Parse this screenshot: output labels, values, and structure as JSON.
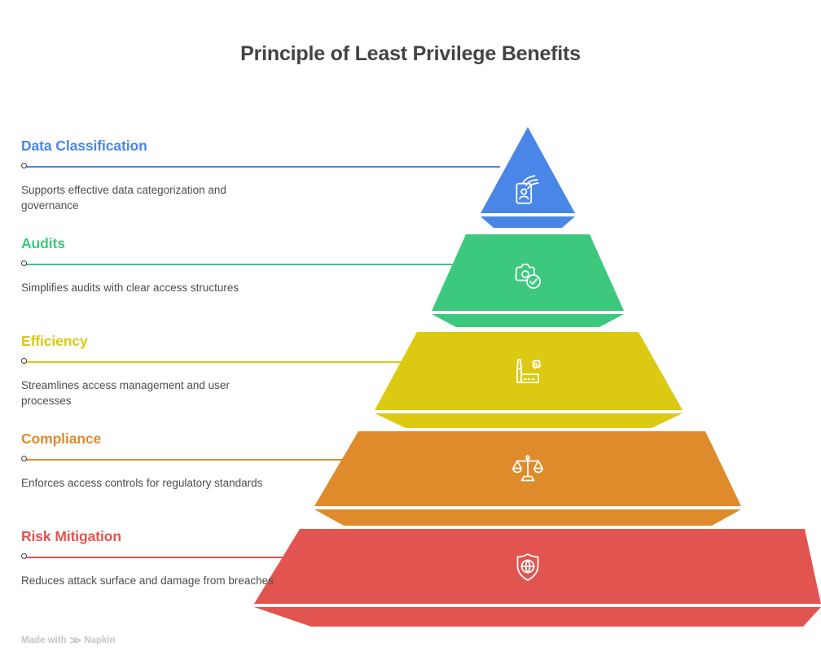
{
  "title": "Principle of Least Privilege Benefits",
  "footer": {
    "prefix": "Made with",
    "mark": "≫",
    "brand": "Napkin"
  },
  "chart_data": {
    "type": "pyramid",
    "title": "Principle of Least Privilege Benefits",
    "orientation": "apex-top",
    "level_count": 5,
    "levels": [
      {
        "rank": 1,
        "label": "Data Classification",
        "description": "Supports effective data categorization and governance",
        "color": "#4A86E8",
        "icon": "id-badge-icon"
      },
      {
        "rank": 2,
        "label": "Audits",
        "description": "Simplifies audits with clear access structures",
        "color": "#3CC97E",
        "icon": "camera-check-icon"
      },
      {
        "rank": 3,
        "label": "Efficiency",
        "description": "Streamlines access management and user processes",
        "color": "#DCC912",
        "icon": "factory-gear-icon"
      },
      {
        "rank": 4,
        "label": "Compliance",
        "description": "Enforces access controls for regulatory standards",
        "color": "#E08B2B",
        "icon": "scales-of-justice-icon"
      },
      {
        "rank": 5,
        "label": "Risk Mitigation",
        "description": "Reduces attack surface and damage from breaches",
        "color": "#E25450",
        "icon": "shield-globe-icon"
      }
    ]
  }
}
